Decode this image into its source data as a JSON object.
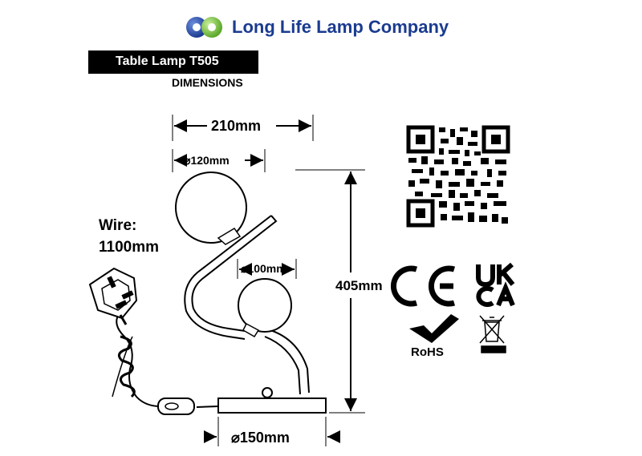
{
  "company": {
    "name": "Long Life Lamp Company",
    "colors": {
      "blue": "#1a3b8f",
      "green": "#7dc242"
    }
  },
  "product": {
    "title": "Table Lamp T505",
    "subtitle": "DIMENSIONS"
  },
  "dimensions": {
    "width": "210mm",
    "globe_large": "120mm",
    "globe_small": "100mm",
    "height": "405mm",
    "base": "150mm",
    "diameter_symbol": "⌀"
  },
  "wire": {
    "label": "Wire:",
    "length": "1100mm"
  },
  "certifications": {
    "ce": "CE",
    "ukca_line1": "UK",
    "ukca_line2": "CA",
    "rohs": "RoHS"
  },
  "icons": [
    "qr-code-icon",
    "ce-mark-icon",
    "ukca-mark-icon",
    "rohs-check-icon",
    "weee-bin-icon",
    "company-logo-icon"
  ]
}
